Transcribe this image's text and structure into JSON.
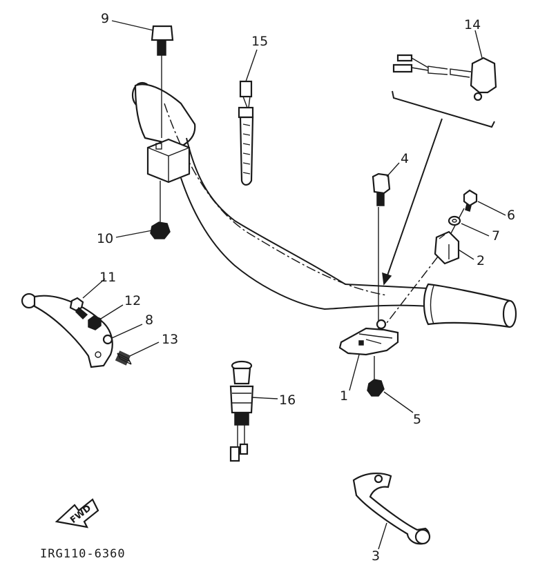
{
  "diagram": {
    "part_code": "IRG110-6360",
    "fwd_label": "FWD",
    "callouts": [
      {
        "id": "c1",
        "label": "1"
      },
      {
        "id": "c2",
        "label": "2"
      },
      {
        "id": "c3",
        "label": "3"
      },
      {
        "id": "c4",
        "label": "4"
      },
      {
        "id": "c5",
        "label": "5"
      },
      {
        "id": "c6",
        "label": "6"
      },
      {
        "id": "c7",
        "label": "7"
      },
      {
        "id": "c8",
        "label": "8"
      },
      {
        "id": "c9",
        "label": "9"
      },
      {
        "id": "c10",
        "label": "10"
      },
      {
        "id": "c11",
        "label": "11"
      },
      {
        "id": "c12",
        "label": "12"
      },
      {
        "id": "c13",
        "label": "13"
      },
      {
        "id": "c14",
        "label": "14"
      },
      {
        "id": "c15",
        "label": "15"
      },
      {
        "id": "c16",
        "label": "16"
      }
    ]
  }
}
